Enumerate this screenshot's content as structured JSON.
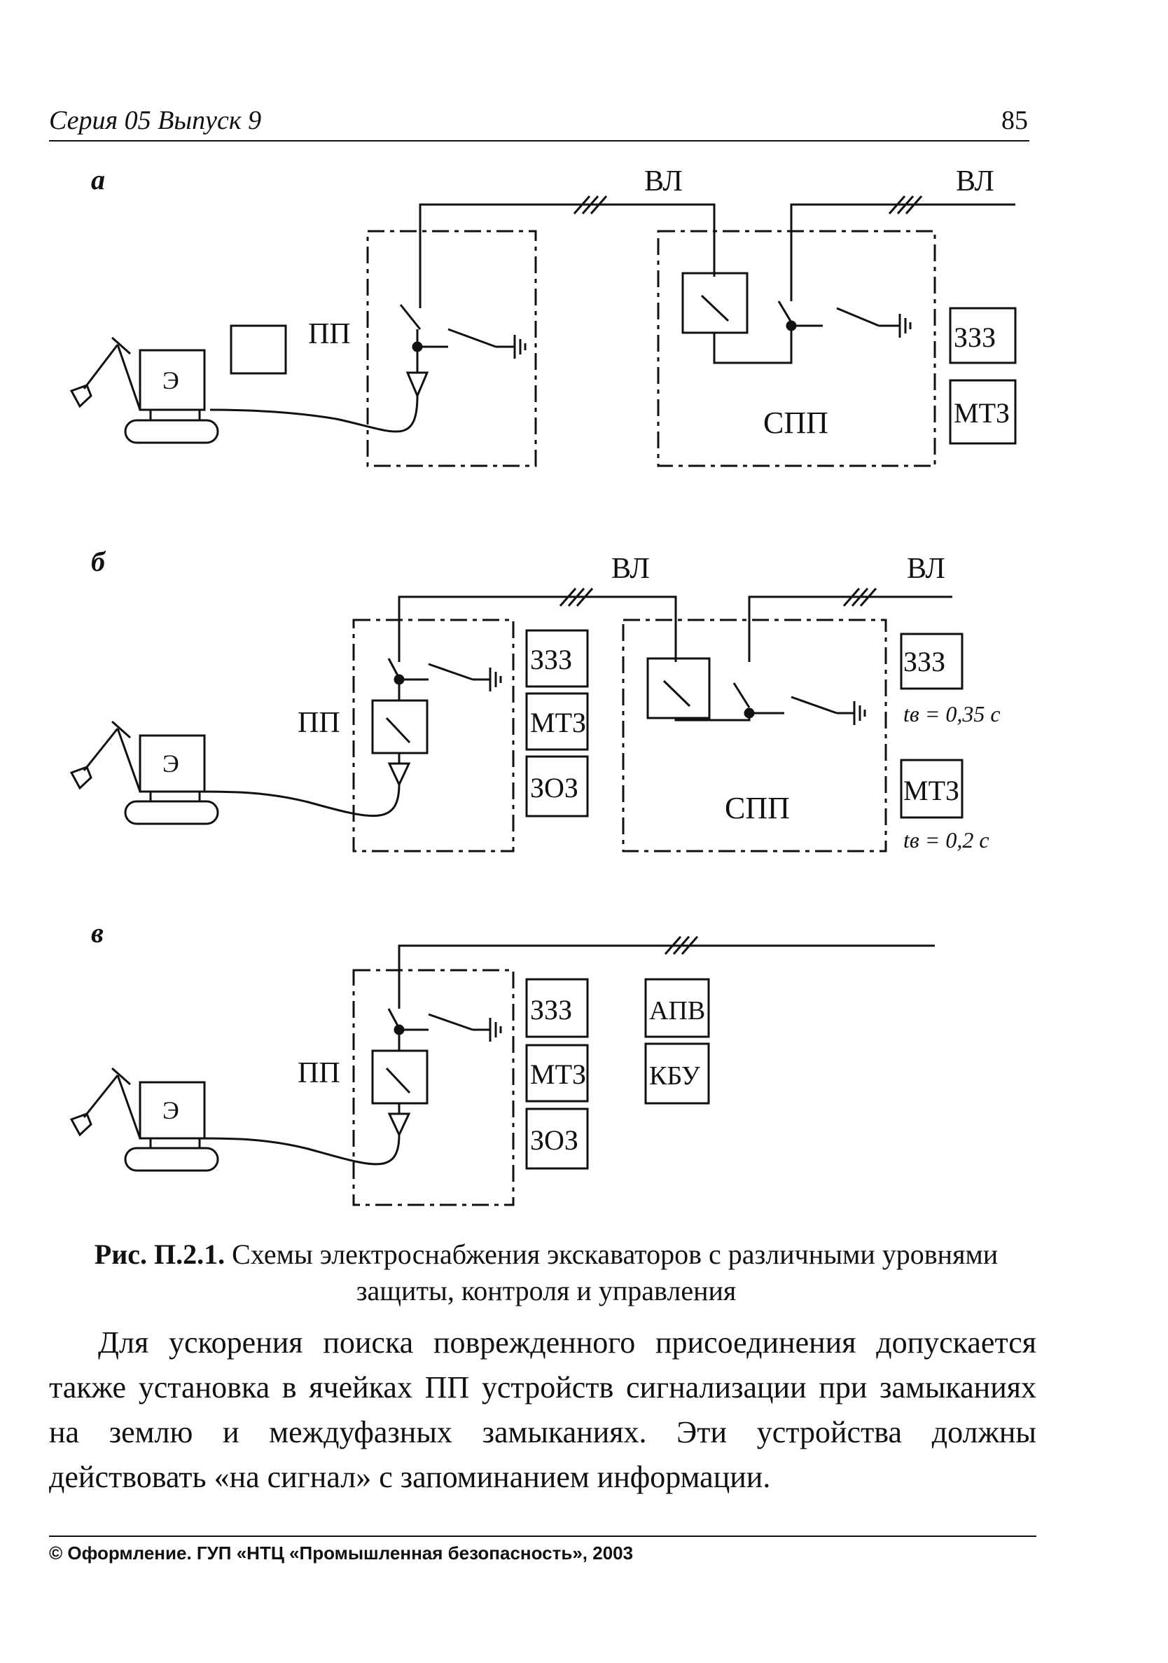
{
  "header": {
    "series": "Серия 05 Выпуск 9",
    "page": "85"
  },
  "figure": {
    "a": {
      "letter": "а",
      "line_label_1": "ВЛ",
      "line_label_2": "ВЛ",
      "excavator_label": "Э",
      "pp_label": "ПП",
      "spp_label": "СПП",
      "protections": [
        "ЗЗЗ",
        "МТЗ"
      ]
    },
    "b": {
      "letter": "б",
      "line_label_1": "ВЛ",
      "line_label_2": "ВЛ",
      "excavator_label": "Э",
      "pp_label": "ПП",
      "spp_label": "СПП",
      "pp_protections": [
        "ЗЗЗ",
        "МТЗ",
        "ЗОЗ"
      ],
      "spp_protections": [
        {
          "name": "ЗЗЗ",
          "time": "tв = 0,35 с"
        },
        {
          "name": "МТЗ",
          "time": "tв = 0,2 с"
        }
      ]
    },
    "c": {
      "letter": "в",
      "excavator_label": "Э",
      "pp_label": "ПП",
      "pp_protections": [
        "ЗЗЗ",
        "МТЗ",
        "ЗОЗ"
      ],
      "extra_devices": [
        "АПВ",
        "КБУ"
      ]
    }
  },
  "caption": {
    "number": "Рис. П.2.1.",
    "text": "Схемы электроснабжения экскаваторов с различными уровнями защиты, контроля и управления"
  },
  "body": "Для ускорения поиска поврежденного присоединения допускается также установка в ячейках ПП устройств сигнализации при замыканиях на землю и междуфазных замыканиях. Эти устройства должны действовать «на сигнал» с запоминанием информации.",
  "footer": "© Оформление. ГУП «НТЦ «Промышленная безопасность», 2003"
}
